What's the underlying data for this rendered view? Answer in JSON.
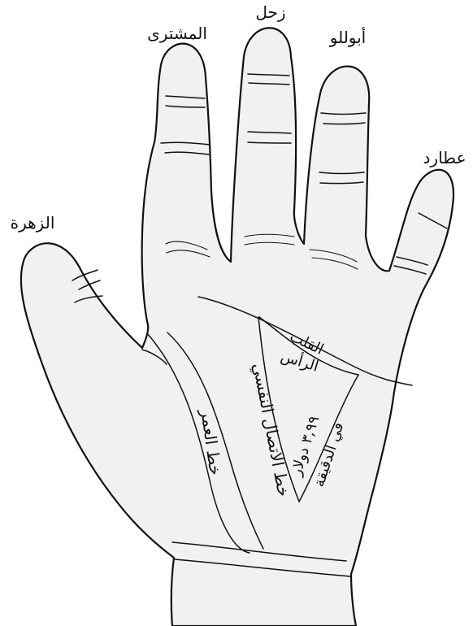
{
  "diagram": {
    "fingers": {
      "jupiter": "المشترى",
      "saturn": "زحل",
      "apollo": "أبوللو",
      "mercury": "عطارد",
      "venus": "الزهرة"
    },
    "lines": {
      "heart": "القلب",
      "head": "الرأس",
      "life": "خط العمر",
      "psychic": "خط الاتصال النفسي"
    },
    "price": {
      "line1": "٣,٩٩ دولار",
      "line2": "في الدقيقة"
    }
  }
}
